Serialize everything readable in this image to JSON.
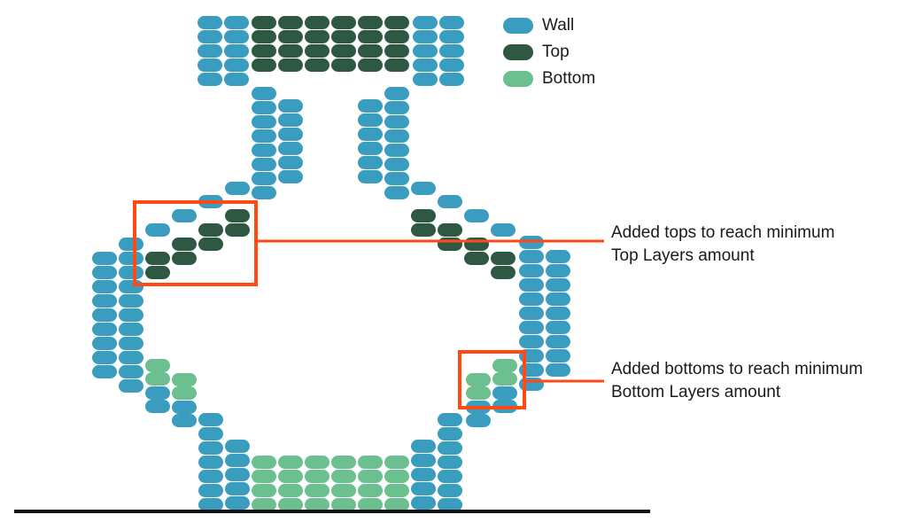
{
  "colors": {
    "wall": "#3a9dc0",
    "top": "#2f5843",
    "bottom": "#6cbf8e",
    "highlight": "#ff4a14",
    "ground": "#111111"
  },
  "legend": [
    {
      "label": "Wall",
      "color": "#3a9dc0"
    },
    {
      "label": "Top",
      "color": "#2f5843"
    },
    {
      "label": "Bottom",
      "color": "#6cbf8e"
    }
  ],
  "annotations": {
    "tops": {
      "line1": "Added tops to reach minimum",
      "line2": "Top Layers amount"
    },
    "bottoms": {
      "line1": "Added bottoms to reach minimum",
      "line2": "Bottom Layers amount"
    }
  }
}
